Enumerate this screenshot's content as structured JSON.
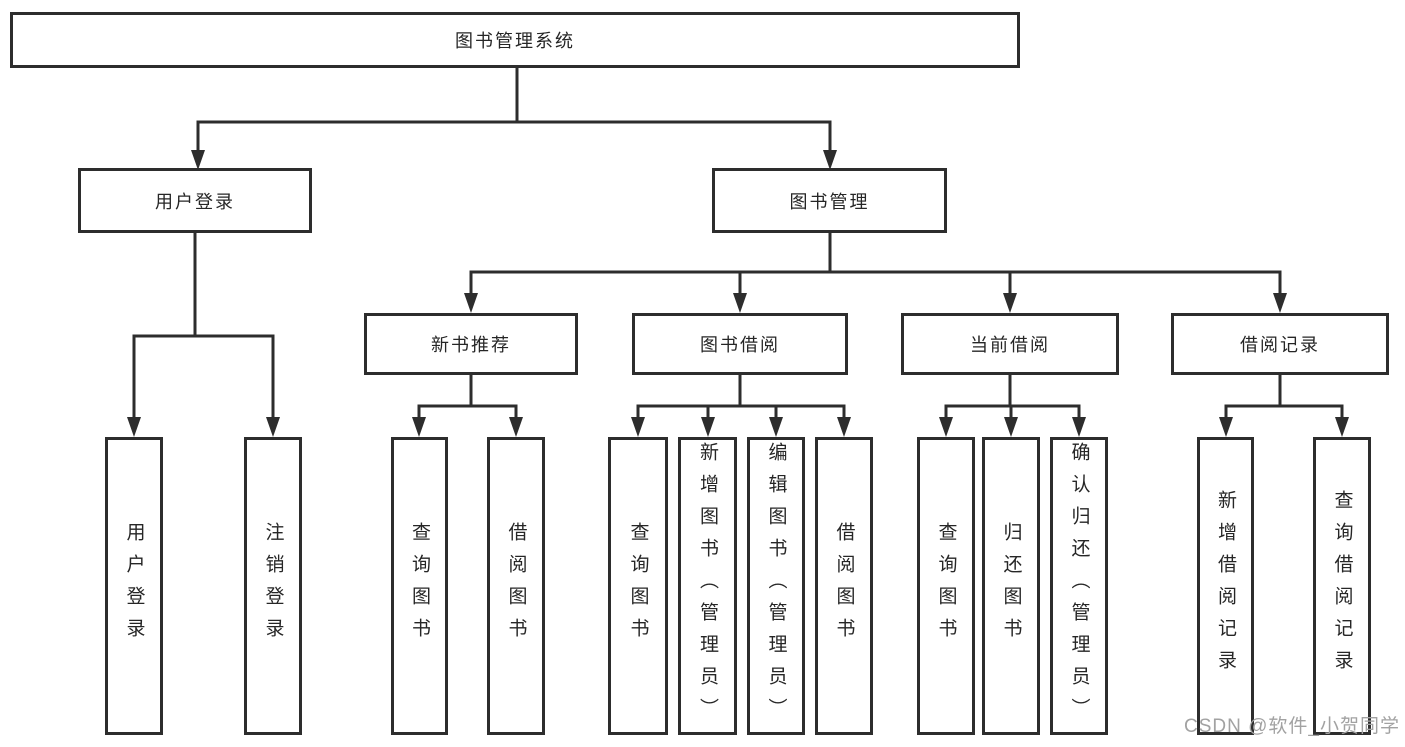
{
  "diagram": {
    "root": "图书管理系统",
    "branches": {
      "user_login": "用户登录",
      "book_management": "图书管理"
    },
    "sections": {
      "new_book_recommend": "新书推荐",
      "book_borrow": "图书借阅",
      "current_borrow": "当前借阅",
      "borrow_record": "借阅记录"
    },
    "leaves": {
      "user_login": "用户登录",
      "logout": "注销登录",
      "rec_query_book": "查询图书",
      "rec_borrow_book": "借阅图书",
      "bb_query_book": "查询图书",
      "bb_add_book": "新增图书（管理员）",
      "bb_edit_book": "编辑图书（管理员）",
      "bb_borrow_book": "借阅图书",
      "cb_query_book": "查询图书",
      "cb_return_book": "归还图书",
      "cb_confirm_return": "确认归还（管理员）",
      "br_add_record": "新增借阅记录",
      "br_query_record": "查询借阅记录"
    }
  },
  "watermark": "CSDN @软件_小贺同学",
  "colors": {
    "line": "#2d2d2d",
    "box_border": "#2d2d2d",
    "text": "#262626",
    "watermark": "#a2a2a2",
    "background": "#ffffff"
  }
}
